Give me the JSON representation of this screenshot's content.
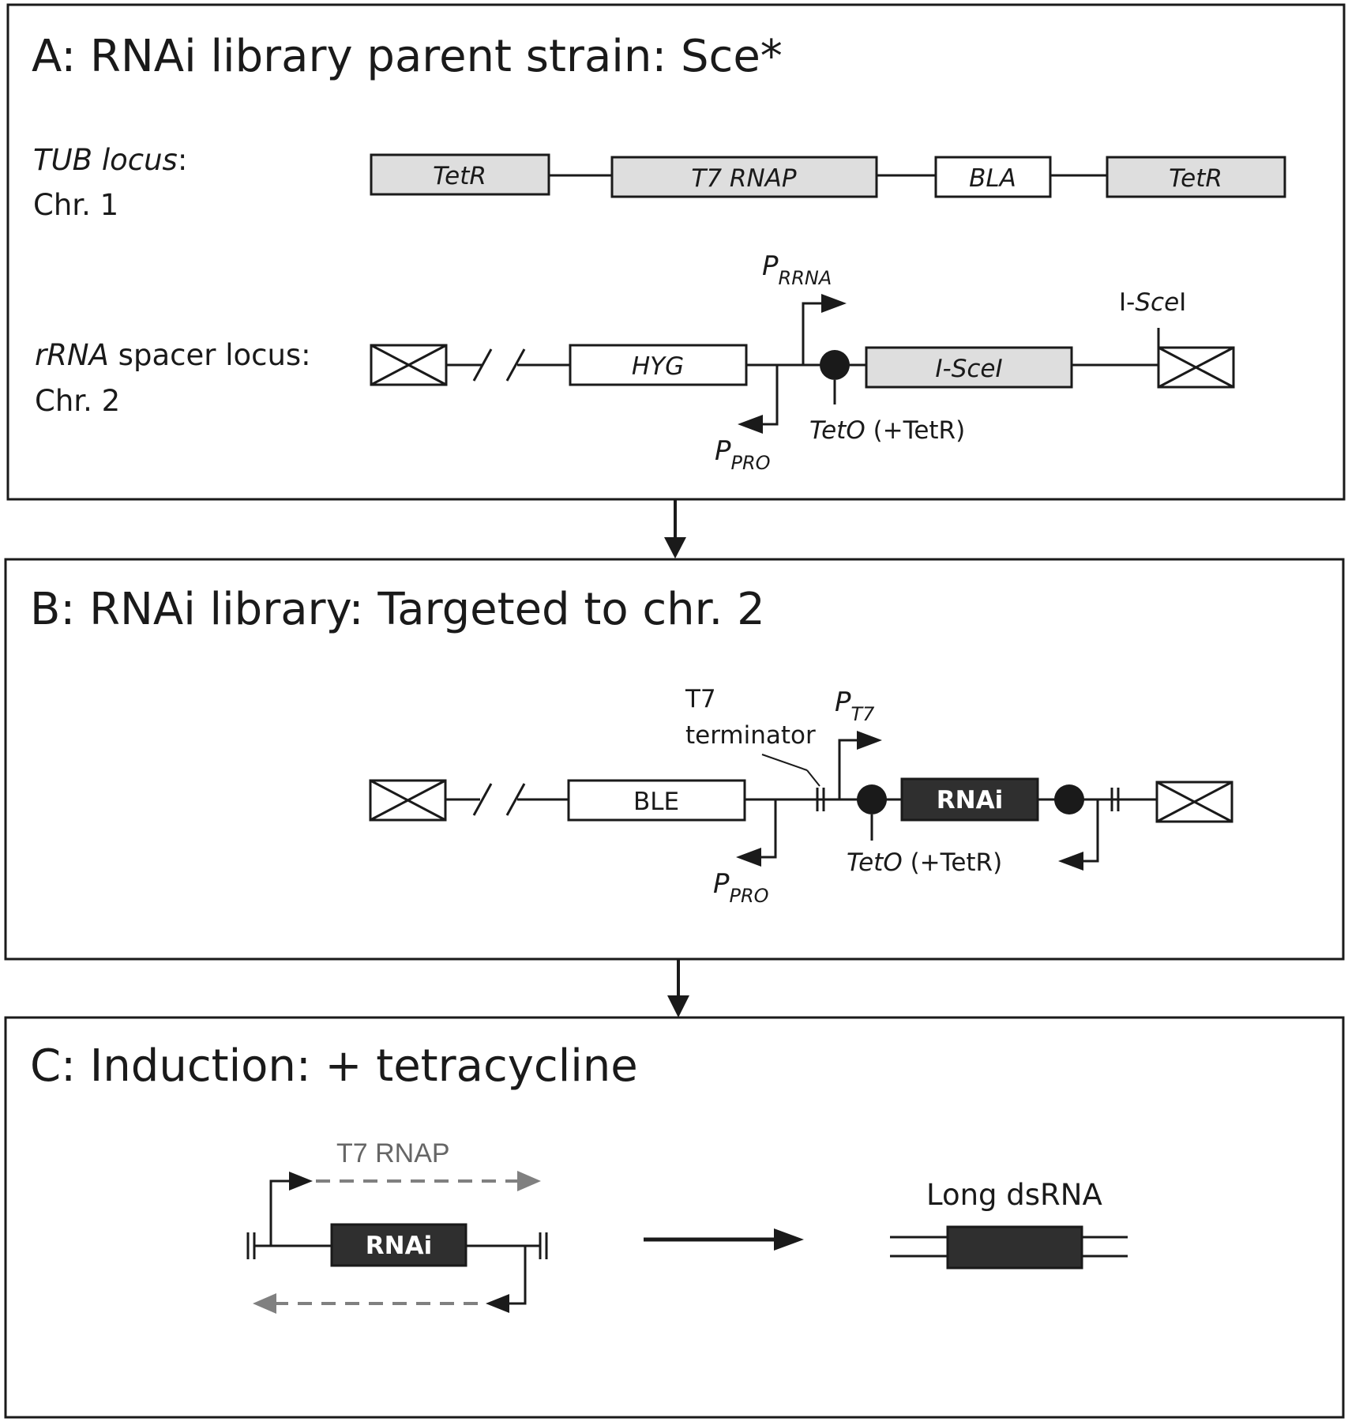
{
  "panel_a": {
    "title": "A: RNAi library parent strain: Sce*",
    "tub_locus_italic": "TUB locus",
    "tub_locus_colon": ":",
    "tub_chr": "Chr. 1",
    "rrna_italic": "rRNA",
    "rrna_rest": " spacer locus:",
    "rrna_chr": "Chr. 2",
    "genes_row1": [
      "TetR",
      "T7 RNAP",
      "BLA",
      "TetR"
    ],
    "gene_hyg": "HYG",
    "gene_isce": "I-SceI",
    "p_rrna_main": "P",
    "p_rrna_sub": "RRNA",
    "p_pro_main": "P",
    "p_pro_sub": "PRO",
    "teto_italic": "TetO",
    "teto_rest": " (+TetR)",
    "isce_site_prefix": "I-",
    "isce_site_italic": "Sce",
    "isce_site_suffix": "I"
  },
  "panel_b": {
    "title": "B: RNAi library: Targeted to chr. 2",
    "gene_ble": "BLE",
    "gene_rnai": "RNAi",
    "t7_term_line1": "T7",
    "t7_term_line2": "terminator",
    "p_t7_main": "P",
    "p_t7_sub": "T7",
    "p_pro_main": "P",
    "p_pro_sub": "PRO",
    "teto_italic": "TetO",
    "teto_rest": " (+TetR)"
  },
  "panel_c": {
    "title": "C: Induction: + tetracycline",
    "t7_rnap": "T7 RNAP",
    "gene_rnai": "RNAi",
    "long_dsrna": "Long dsRNA"
  }
}
